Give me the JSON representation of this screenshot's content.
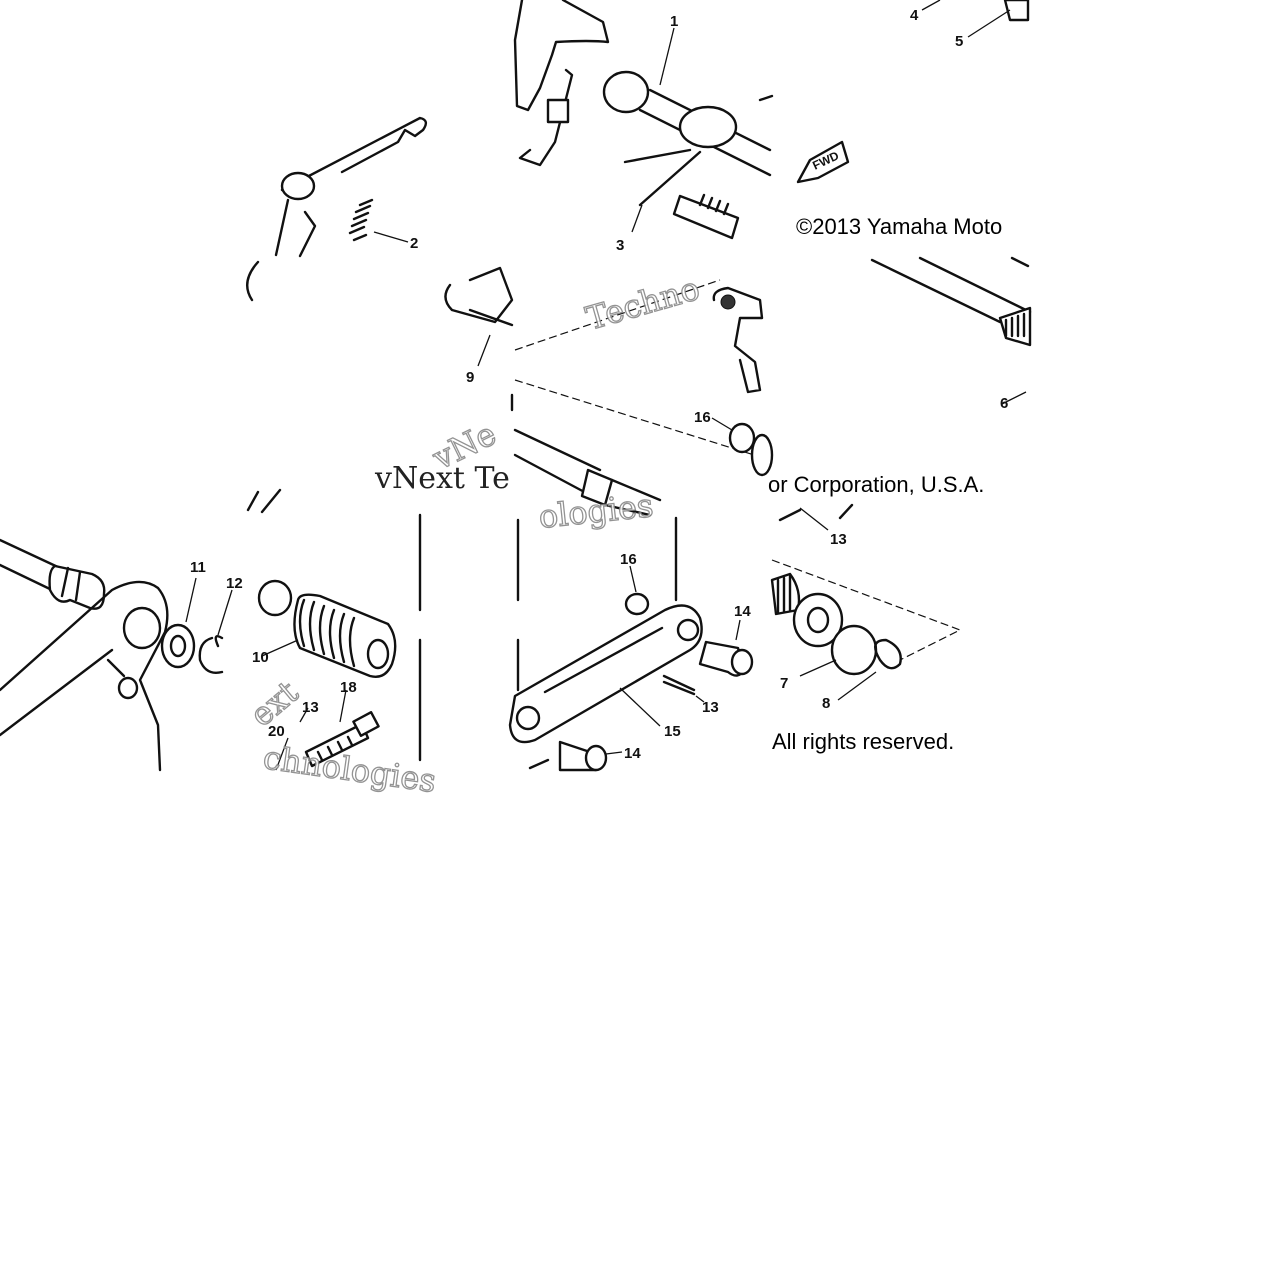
{
  "copyright": {
    "top": "©2013 Yamaha Moto",
    "middle": "or Corporation, U.S.A.",
    "bottom": "All rights reserved."
  },
  "watermark": {
    "text_a": "Techno",
    "text_b": "vNext Te",
    "text_c": "ologies",
    "text_d": "vNe",
    "text_e": "ext",
    "text_f": "chnologies"
  },
  "fwd_label": "FWD",
  "callouts": {
    "c1": "1",
    "c2": "2",
    "c3": "3",
    "c4": "4",
    "c5": "5",
    "c6": "6",
    "c7": "7",
    "c8": "8",
    "c9": "9",
    "c10": "10",
    "c11": "11",
    "c12": "12",
    "c13a": "13",
    "c13b": "13",
    "c13c": "13",
    "c14a": "14",
    "c14b": "14",
    "c15": "15",
    "c16a": "16",
    "c16b": "16",
    "c18": "18",
    "c20": "20"
  }
}
